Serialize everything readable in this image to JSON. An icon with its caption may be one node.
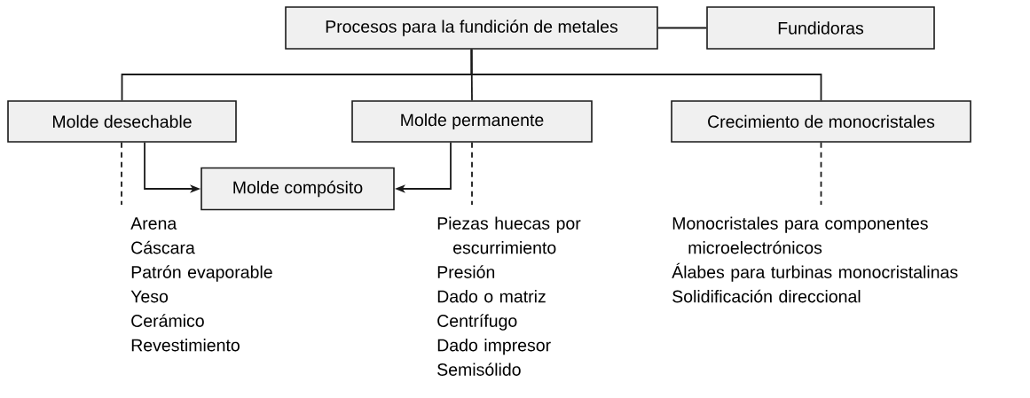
{
  "diagram": {
    "nodes": [
      {
        "text": [
          "Procesos para la fundición de metales"
        ]
      },
      {
        "text": [
          "Fundidoras"
        ]
      },
      {
        "text": [
          "Molde desechable"
        ]
      },
      {
        "text": [
          "Molde permanente"
        ]
      },
      {
        "text": [
          "Crecimiento de monocristales"
        ]
      },
      {
        "text": [
          "Molde compósito"
        ]
      },
      {
        "text": [
          "Arena",
          "Cáscara",
          "Patrón evaporable",
          "Yeso",
          "Cerámico",
          "Revestimiento"
        ]
      },
      {
        "text": [
          "Piezas huecas por escurrimiento",
          "Presión",
          "Dado o matriz",
          "Centrífugo",
          "Dado impresor",
          "Semisólido"
        ]
      },
      {
        "text": [
          "Monocristales para componentes microelectrónicos",
          "Álabes para turbinas monocristalinas",
          "Solidificación direccional"
        ]
      }
    ],
    "edges": [
      {
        "from": 0,
        "to": 1,
        "arrow": "none"
      },
      {
        "from": 0,
        "to": 2,
        "arrow": "none"
      },
      {
        "from": 0,
        "to": 3,
        "arrow": "none"
      },
      {
        "from": 0,
        "to": 4,
        "arrow": "none"
      },
      {
        "from": 2,
        "to": 5,
        "arrow": "to"
      },
      {
        "from": 3,
        "to": 5,
        "arrow": "to"
      },
      {
        "from": 2,
        "to": 6,
        "arrow": "none",
        "style": "dashed"
      },
      {
        "from": 3,
        "to": 7,
        "arrow": "none",
        "style": "dashed"
      },
      {
        "from": 4,
        "to": 8,
        "arrow": "none",
        "style": "dashed"
      }
    ]
  }
}
